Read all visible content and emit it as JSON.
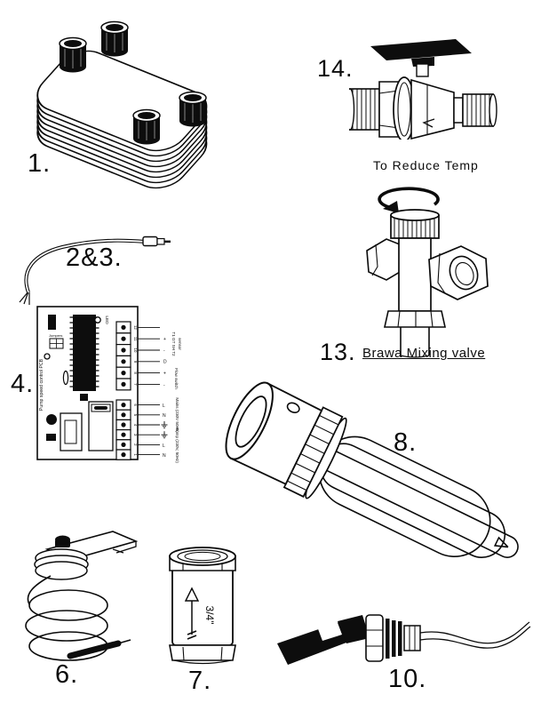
{
  "artwork": {
    "item1_label": "1.",
    "item23_label": "2&3.",
    "item4_label": "4.",
    "item6_label": "6.",
    "item7_label": "7.",
    "item7_size": "3/4\"",
    "item8_label": "8.",
    "item10_label": "10.",
    "item13_label": "13.",
    "item13_name": "Brawa Mixing valve",
    "item13_instruction": "To Reduce Temp",
    "item14_label": "14."
  },
  "pcb": {
    "title": "Pump speed control PCB",
    "led": "LED",
    "jumpers": "Jumpers",
    "terminals_top": [
      "12",
      "11",
      "10",
      "9",
      "8",
      "7"
    ],
    "marks_top": [
      "",
      "+",
      "-",
      "D",
      "+",
      "-"
    ],
    "sensor_terminals_label": "T1 GT SH T2",
    "sensor_group_label": "sensor",
    "flow_group_label": "Flow switch",
    "terminals_bottom": [
      "6",
      "5",
      "4",
      "3",
      "2",
      "1"
    ],
    "marks_bottom": [
      "L",
      "N",
      "earth",
      "earth",
      "L",
      "N"
    ],
    "mains_group_label": "Mains (230V 50Hz)",
    "pump_group_label": "Pump (230V, 50Hz)"
  },
  "colors": {
    "ink": "#0b0b0b",
    "paper": "#ffffff"
  }
}
